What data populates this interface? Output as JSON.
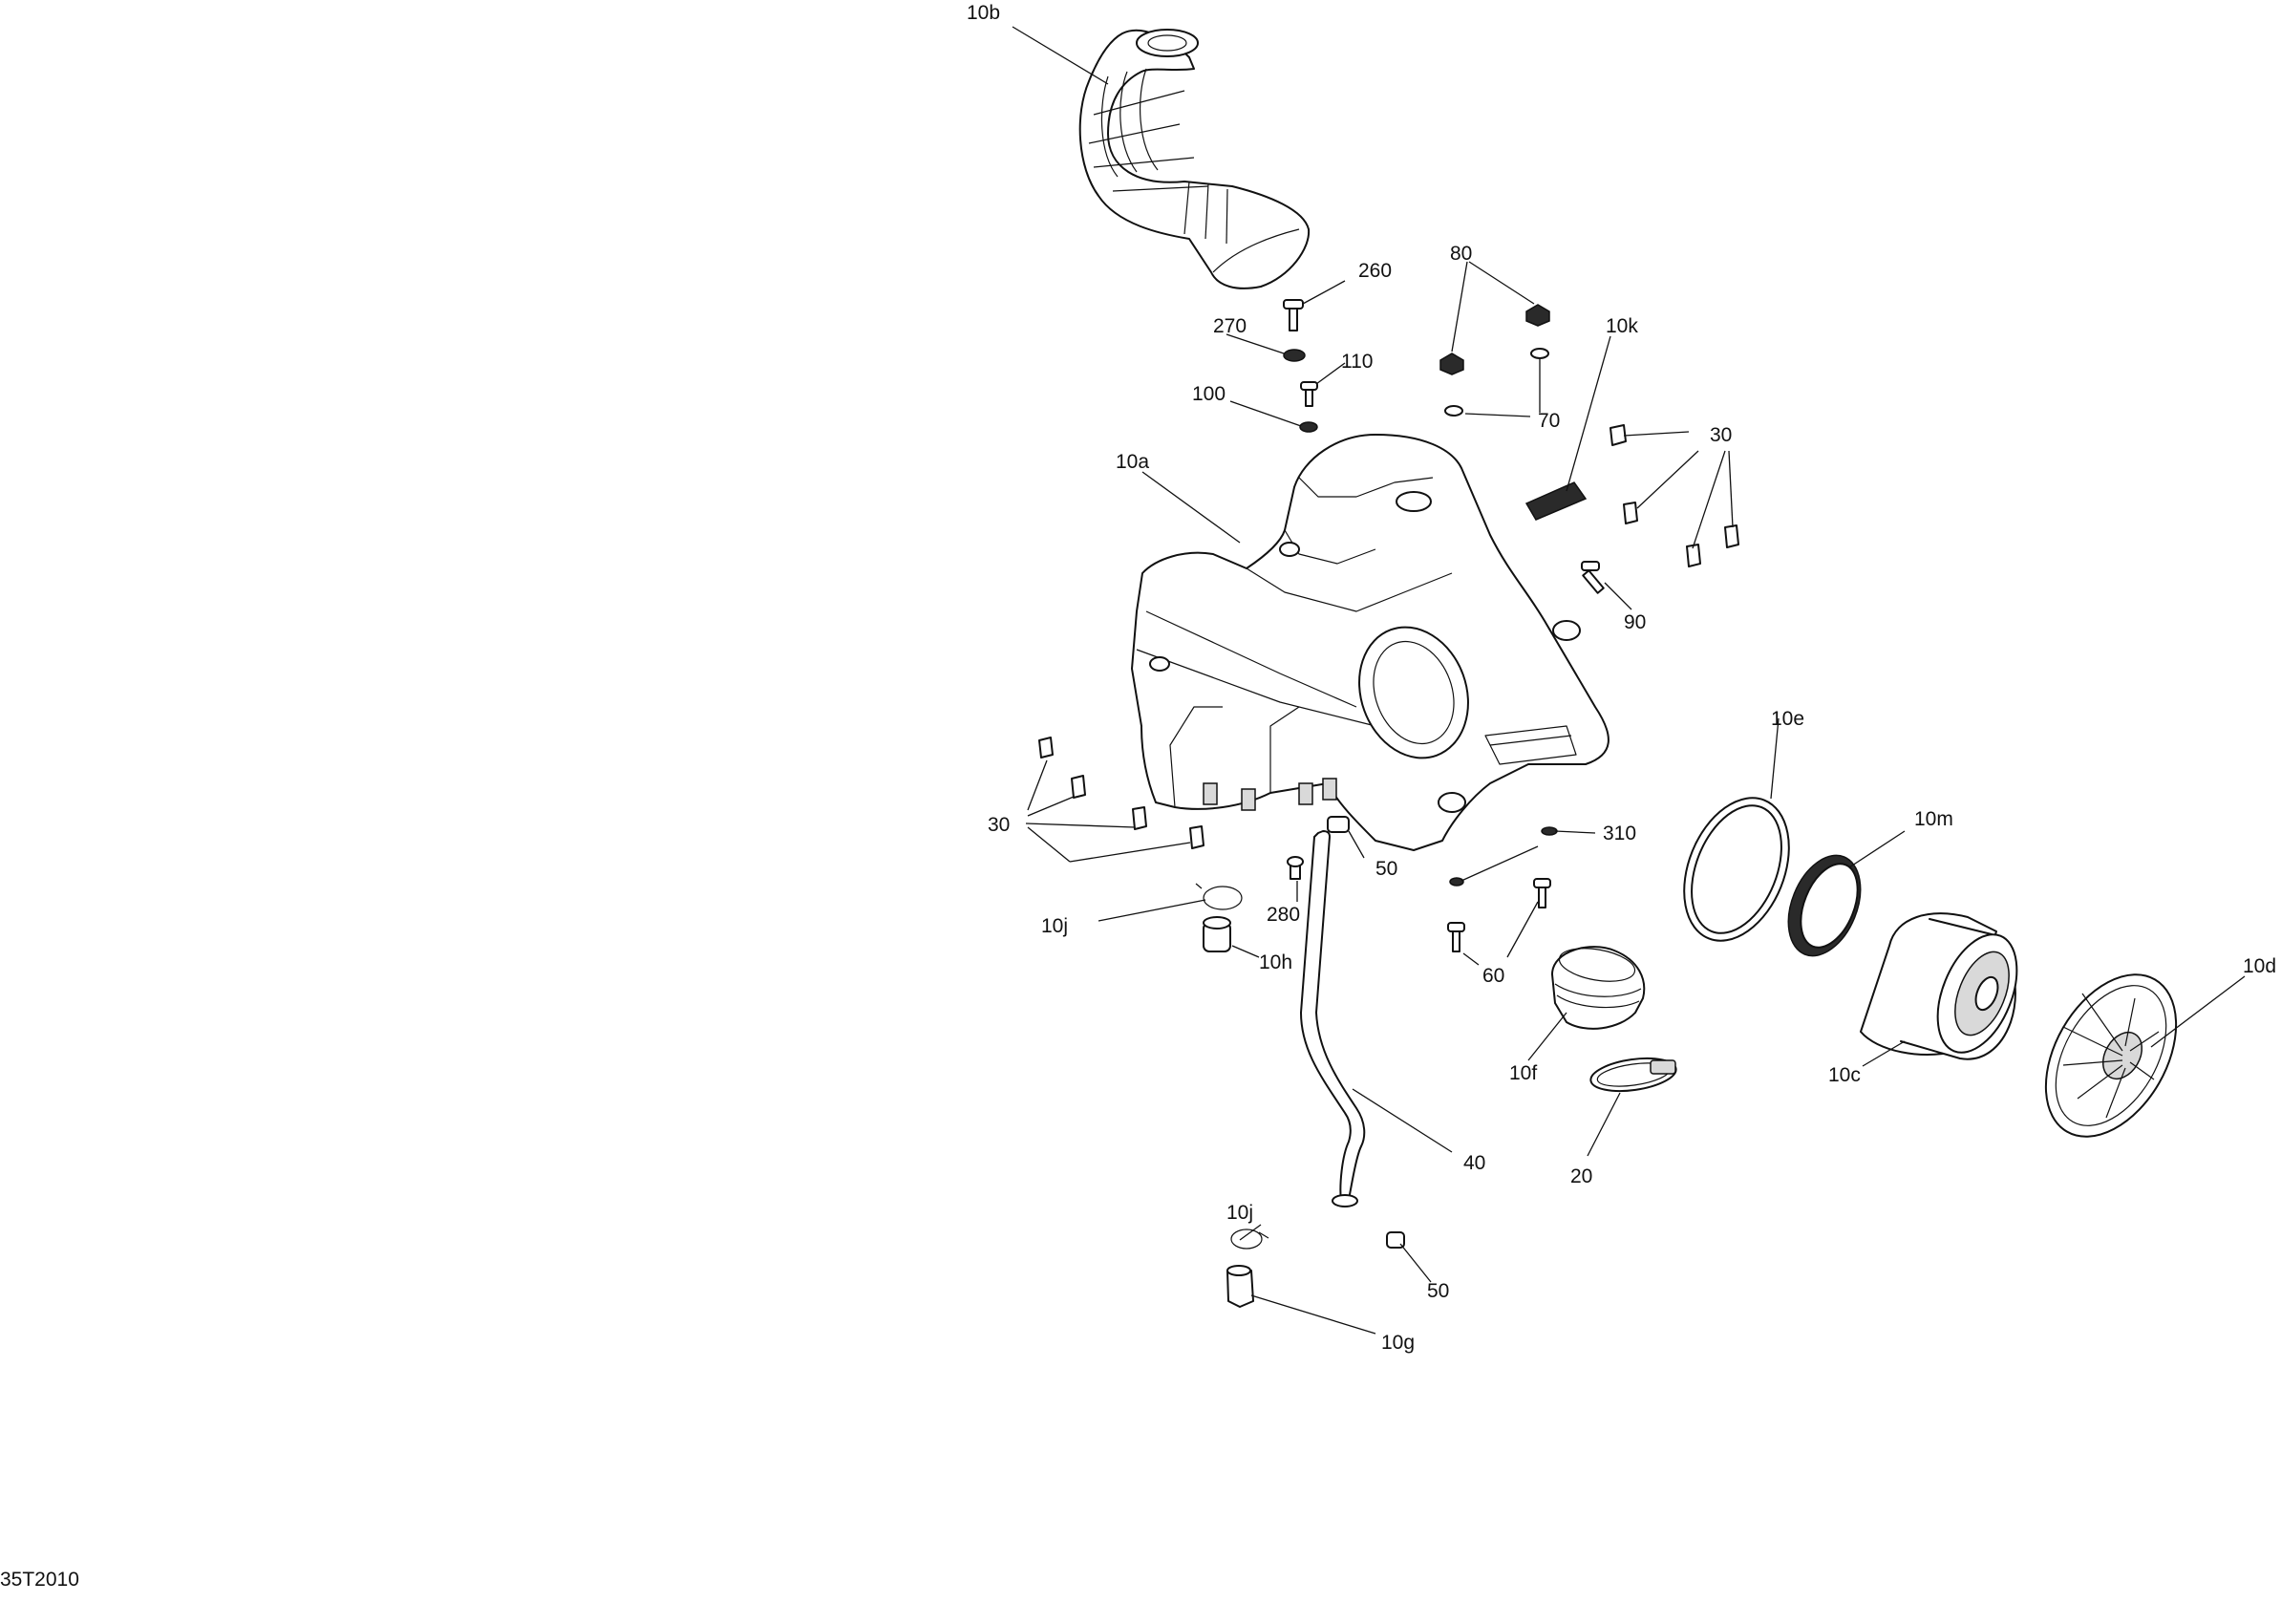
{
  "drawing_number": "35T2010",
  "callouts": {
    "c10b": "10b",
    "c260": "260",
    "c80": "80",
    "c270": "270",
    "c110": "110",
    "c10k": "10k",
    "c100": "100",
    "c70": "70",
    "c30_top": "30",
    "c10a": "10a",
    "c90": "90",
    "c10e": "10e",
    "c30_left": "30",
    "c310": "310",
    "c50_upper": "50",
    "c10m": "10m",
    "c10j_upper": "10j",
    "c280": "280",
    "c60": "60",
    "c10d": "10d",
    "c10h": "10h",
    "c10f": "10f",
    "c10c": "10c",
    "c40": "40",
    "c20": "20",
    "c10j_lower": "10j",
    "c50_lower": "50",
    "c10g": "10g"
  }
}
